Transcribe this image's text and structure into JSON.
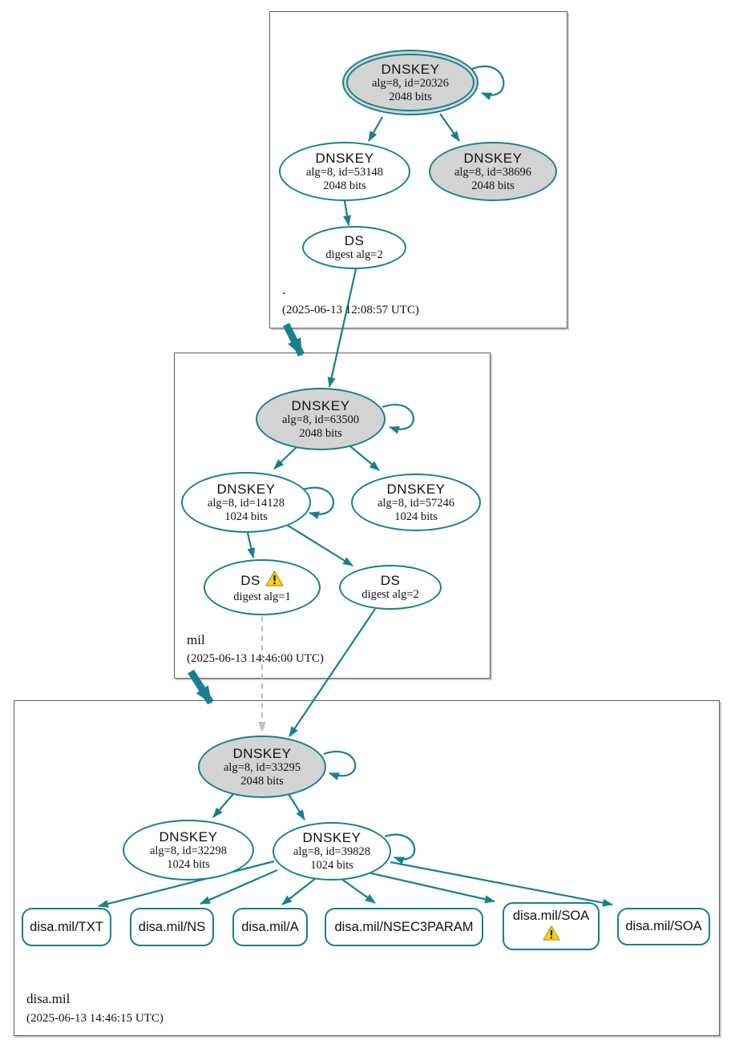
{
  "diagram": {
    "type": "dnssec-authentication-chain",
    "description": "DNSViz-style DNSSEC chain of trust from the root zone through mil to disa.mil"
  },
  "colors": {
    "edge_teal": "#15818f",
    "ksk_fill_gray": "#d3d3d3",
    "warning_yellow": "#f7d11e",
    "dashed_edge_gray": "#c0c0c0"
  },
  "icons": {
    "warning": "warning-triangle ⚠"
  },
  "zones": {
    "root": {
      "label": ".",
      "timestamp": "(2025-06-13 12:08:57 UTC)",
      "nodes": {
        "ksk": {
          "title": "DNSKEY",
          "detail": "alg=8, id=20326",
          "bits": "2048 bits"
        },
        "zsk": {
          "title": "DNSKEY",
          "detail": "alg=8, id=53148",
          "bits": "2048 bits"
        },
        "key2": {
          "title": "DNSKEY",
          "detail": "alg=8, id=38696",
          "bits": "2048 bits"
        },
        "ds": {
          "title": "DS",
          "detail": "digest alg=2"
        }
      }
    },
    "mil": {
      "label": "mil",
      "timestamp": "(2025-06-13 14:46:00 UTC)",
      "nodes": {
        "ksk": {
          "title": "DNSKEY",
          "detail": "alg=8, id=63500",
          "bits": "2048 bits"
        },
        "zsk": {
          "title": "DNSKEY",
          "detail": "alg=8, id=14128",
          "bits": "1024 bits"
        },
        "key2": {
          "title": "DNSKEY",
          "detail": "alg=8, id=57246",
          "bits": "1024 bits"
        },
        "ds1": {
          "title": "DS",
          "detail": "digest alg=1",
          "warning": true
        },
        "ds2": {
          "title": "DS",
          "detail": "digest alg=2"
        }
      }
    },
    "disa": {
      "label": "disa.mil",
      "timestamp": "(2025-06-13 14:46:15 UTC)",
      "nodes": {
        "ksk": {
          "title": "DNSKEY",
          "detail": "alg=8, id=33295",
          "bits": "2048 bits"
        },
        "zsk": {
          "title": "DNSKEY",
          "detail": "alg=8, id=32298",
          "bits": "1024 bits"
        },
        "zsk2": {
          "title": "DNSKEY",
          "detail": "alg=8, id=39828",
          "bits": "1024 bits"
        }
      },
      "rrsets": [
        {
          "label": "disa.mil/TXT"
        },
        {
          "label": "disa.mil/NS"
        },
        {
          "label": "disa.mil/A"
        },
        {
          "label": "disa.mil/NSEC3PARAM"
        },
        {
          "label": "disa.mil/SOA",
          "warning": true
        },
        {
          "label": "disa.mil/SOA"
        }
      ]
    }
  },
  "edges": [
    {
      "from": "root DNSKEY 20326",
      "to": "root DNSKEY 20326",
      "type": "self-sign"
    },
    {
      "from": "root DNSKEY 20326",
      "to": "root DNSKEY 53148",
      "type": "rrsig"
    },
    {
      "from": "root DNSKEY 20326",
      "to": "root DNSKEY 38696",
      "type": "rrsig"
    },
    {
      "from": "root DNSKEY 53148",
      "to": "root DS digest alg=2",
      "type": "rrsig"
    },
    {
      "from": "root DS digest alg=2",
      "to": "mil DNSKEY 63500",
      "type": "ds-link"
    },
    {
      "from": "root zone",
      "to": "mil zone",
      "type": "delegation"
    },
    {
      "from": "mil DNSKEY 63500",
      "to": "mil DNSKEY 63500",
      "type": "self-sign"
    },
    {
      "from": "mil DNSKEY 63500",
      "to": "mil DNSKEY 14128",
      "type": "rrsig"
    },
    {
      "from": "mil DNSKEY 63500",
      "to": "mil DNSKEY 57246",
      "type": "rrsig"
    },
    {
      "from": "mil DNSKEY 14128",
      "to": "mil DNSKEY 14128",
      "type": "self-sign"
    },
    {
      "from": "mil DNSKEY 14128",
      "to": "mil DS digest alg=1",
      "type": "rrsig"
    },
    {
      "from": "mil DNSKEY 14128",
      "to": "mil DS digest alg=2",
      "type": "rrsig"
    },
    {
      "from": "mil DS digest alg=2",
      "to": "disa.mil DNSKEY 33295",
      "type": "ds-link"
    },
    {
      "from": "mil DS digest alg=1",
      "to": "disa.mil DNSKEY 33295",
      "type": "ds-link-dashed"
    },
    {
      "from": "mil zone",
      "to": "disa.mil zone",
      "type": "delegation"
    },
    {
      "from": "disa.mil DNSKEY 33295",
      "to": "disa.mil DNSKEY 33295",
      "type": "self-sign"
    },
    {
      "from": "disa.mil DNSKEY 33295",
      "to": "disa.mil DNSKEY 32298",
      "type": "rrsig"
    },
    {
      "from": "disa.mil DNSKEY 33295",
      "to": "disa.mil DNSKEY 39828",
      "type": "rrsig"
    },
    {
      "from": "disa.mil DNSKEY 39828",
      "to": "disa.mil DNSKEY 39828",
      "type": "self-sign"
    },
    {
      "from": "disa.mil DNSKEY 39828",
      "to": "disa.mil/TXT",
      "type": "rrsig"
    },
    {
      "from": "disa.mil DNSKEY 39828",
      "to": "disa.mil/NS",
      "type": "rrsig"
    },
    {
      "from": "disa.mil DNSKEY 39828",
      "to": "disa.mil/A",
      "type": "rrsig"
    },
    {
      "from": "disa.mil DNSKEY 39828",
      "to": "disa.mil/NSEC3PARAM",
      "type": "rrsig"
    },
    {
      "from": "disa.mil DNSKEY 39828",
      "to": "disa.mil/SOA (warning)",
      "type": "rrsig"
    },
    {
      "from": "disa.mil DNSKEY 39828",
      "to": "disa.mil/SOA",
      "type": "rrsig"
    }
  ]
}
